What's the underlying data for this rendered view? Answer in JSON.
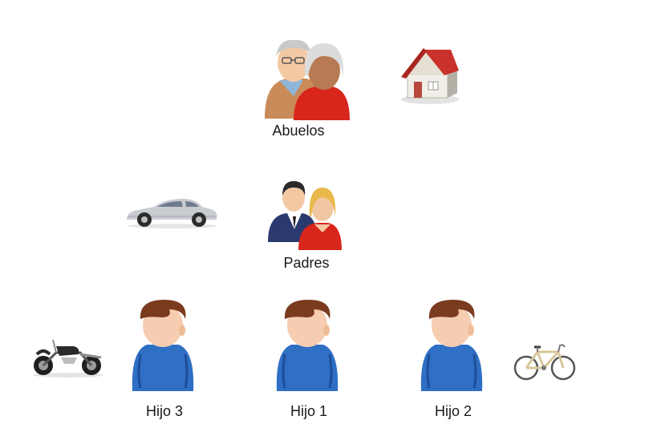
{
  "diagram": {
    "nodes": [
      {
        "id": "grandparents",
        "label": "Abuelos",
        "icon": "grandparents-icon",
        "asset": "house-icon"
      },
      {
        "id": "parents",
        "label": "Padres",
        "icon": "parents-icon",
        "asset": "car-icon"
      },
      {
        "id": "child3",
        "label": "Hijo 3",
        "icon": "child-person-icon",
        "asset": "motorcycle-icon"
      },
      {
        "id": "child1",
        "label": "Hijo 1",
        "icon": "child-person-icon",
        "asset": null
      },
      {
        "id": "child2",
        "label": "Hijo 2",
        "icon": "child-person-icon",
        "asset": "bicycle-icon"
      }
    ]
  },
  "colors": {
    "background": "#ffffff",
    "shirt_blue": "#2f6fc4",
    "hair_brown": "#7a3b1f",
    "skin": "#f6cdb0",
    "red_shirt": "#d8261c",
    "roof_red": "#c8322a",
    "car_silver": "#c9ccd1"
  }
}
